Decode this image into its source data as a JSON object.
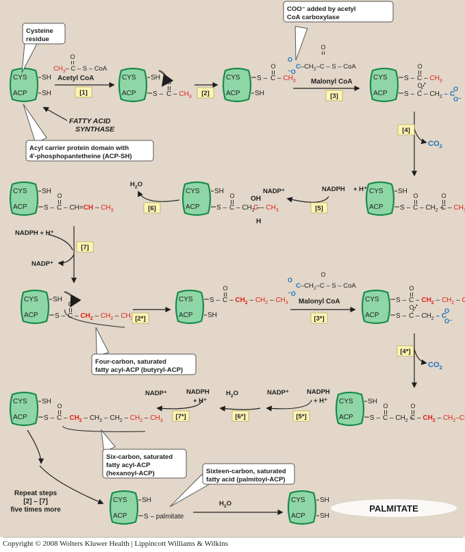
{
  "colors": {
    "background": "#e2d7c8",
    "enzyme_fill": "#8fd6a6",
    "enzyme_stroke": "#178a4a",
    "label_fill": "#fff5b4",
    "label_stroke": "#b8ac64",
    "red": "#e0201c",
    "blue": "#1f6fc0",
    "ink": "#1e1e1e"
  },
  "labels": {
    "cys": "CYS",
    "acp": "ACP",
    "sh": "SH",
    "s": "S",
    "c": "C",
    "o": "O",
    "ch": "CH",
    "ch2": "CH",
    "ch3": "CH",
    "sub2": "2",
    "sub3": "3",
    "coa": "S – CoA",
    "palmitate_tail": "S – palmitate",
    "minus": "–"
  },
  "callouts": {
    "cysteine": [
      "Cysteine",
      "residue"
    ],
    "acp_domain": [
      "Acyl carrier protein domain with",
      "4'-phosphopantetheine (ACP-SH)"
    ],
    "fatty_acid_synthase": [
      "FATTY ACID",
      "SYNTHASE"
    ],
    "coo_added": [
      "COO⁻ added by acetyl",
      "CoA carboxylase"
    ],
    "butyryl": [
      "Four-carbon, saturated",
      "fatty acyl-ACP (butyryl-ACP)"
    ],
    "hexanoyl": [
      "Six-carbon, saturated",
      "fatty acyl-ACP",
      "(hexanoyl-ACP)"
    ],
    "palmitoyl": [
      "Sixteen-carbon, saturated",
      "fatty acid (palmitoyl-ACP)"
    ],
    "repeat": [
      "Repeat steps",
      "[2] – [7]",
      "five times more"
    ]
  },
  "reagents": {
    "acetyl_coa": "Acetyl CoA",
    "malonyl_coa": "Malonyl CoA",
    "co2": "CO",
    "co2_sub": "2",
    "h2o": "H",
    "h2o_tail": "O",
    "nadph": "NADPH + H⁺",
    "nadph_short": "NADPH",
    "h_plus": "+ H⁺",
    "nadp": "NADP⁺",
    "palmitate": "PALMITATE"
  },
  "steps": {
    "s1": "[1]",
    "s2": "[2]",
    "s3": "[3]",
    "s4": "[4]",
    "s5": "[5]",
    "s6": "[6]",
    "s7": "[7]",
    "s2s": "[2*]",
    "s3s": "[3*]",
    "s4s": "[4*]",
    "s5s": "[5*]",
    "s6s": "[6*]",
    "s7s": "[7*]"
  },
  "copyright": "Copyright © 2008 Wolters Kluwer Health | Lippincott Williams & Wilkins"
}
